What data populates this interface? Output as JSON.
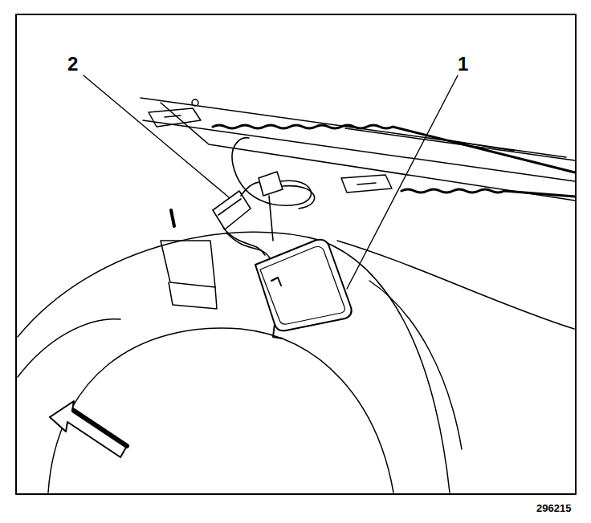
{
  "diagram": {
    "labels": [
      "2",
      "1",
      "296215"
    ]
  }
}
